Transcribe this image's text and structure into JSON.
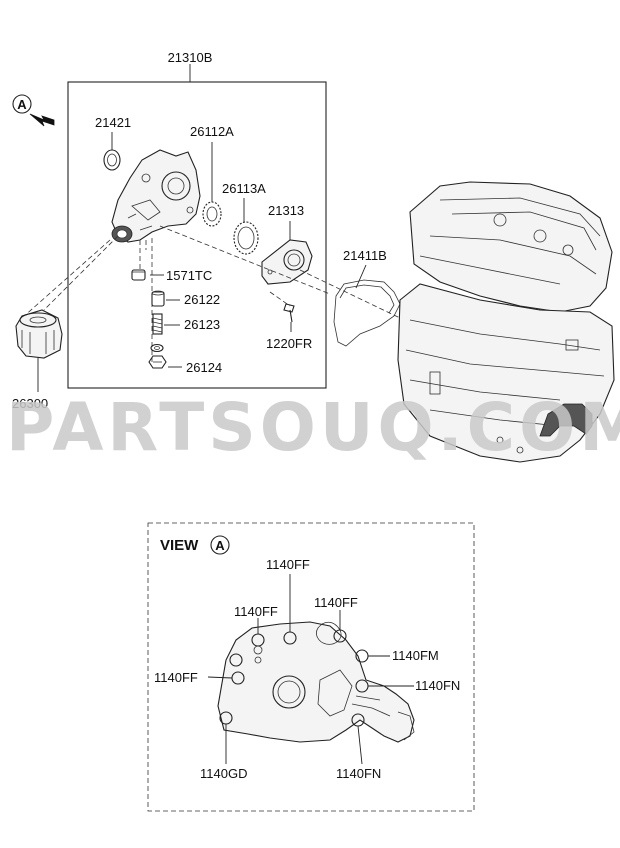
{
  "parts": {
    "oil_pump_assembly": "21310B",
    "oil_seal": "21421",
    "gasket_a": "26112A",
    "gasket_b": "26113A",
    "cover": "21313",
    "timing_gasket": "21411B",
    "plug": "1571TC",
    "relief_plunger": "26122",
    "relief_spring": "26123",
    "relief_plug": "26124",
    "bolt_flange": "1220FR",
    "oil_filter": "26300"
  },
  "view_marker": "A",
  "view_box": {
    "title": "VIEW",
    "marker": "A",
    "bolts": {
      "top_center": "1140FF",
      "top_left": "1140FF",
      "top_right": "1140FF",
      "left": "1140FF",
      "right_upper": "1140FM",
      "right_lower": "1140FN",
      "bottom_left": "1140GD",
      "bottom_right": "1140FN"
    }
  },
  "watermark": "PARTSOUQ.COM"
}
